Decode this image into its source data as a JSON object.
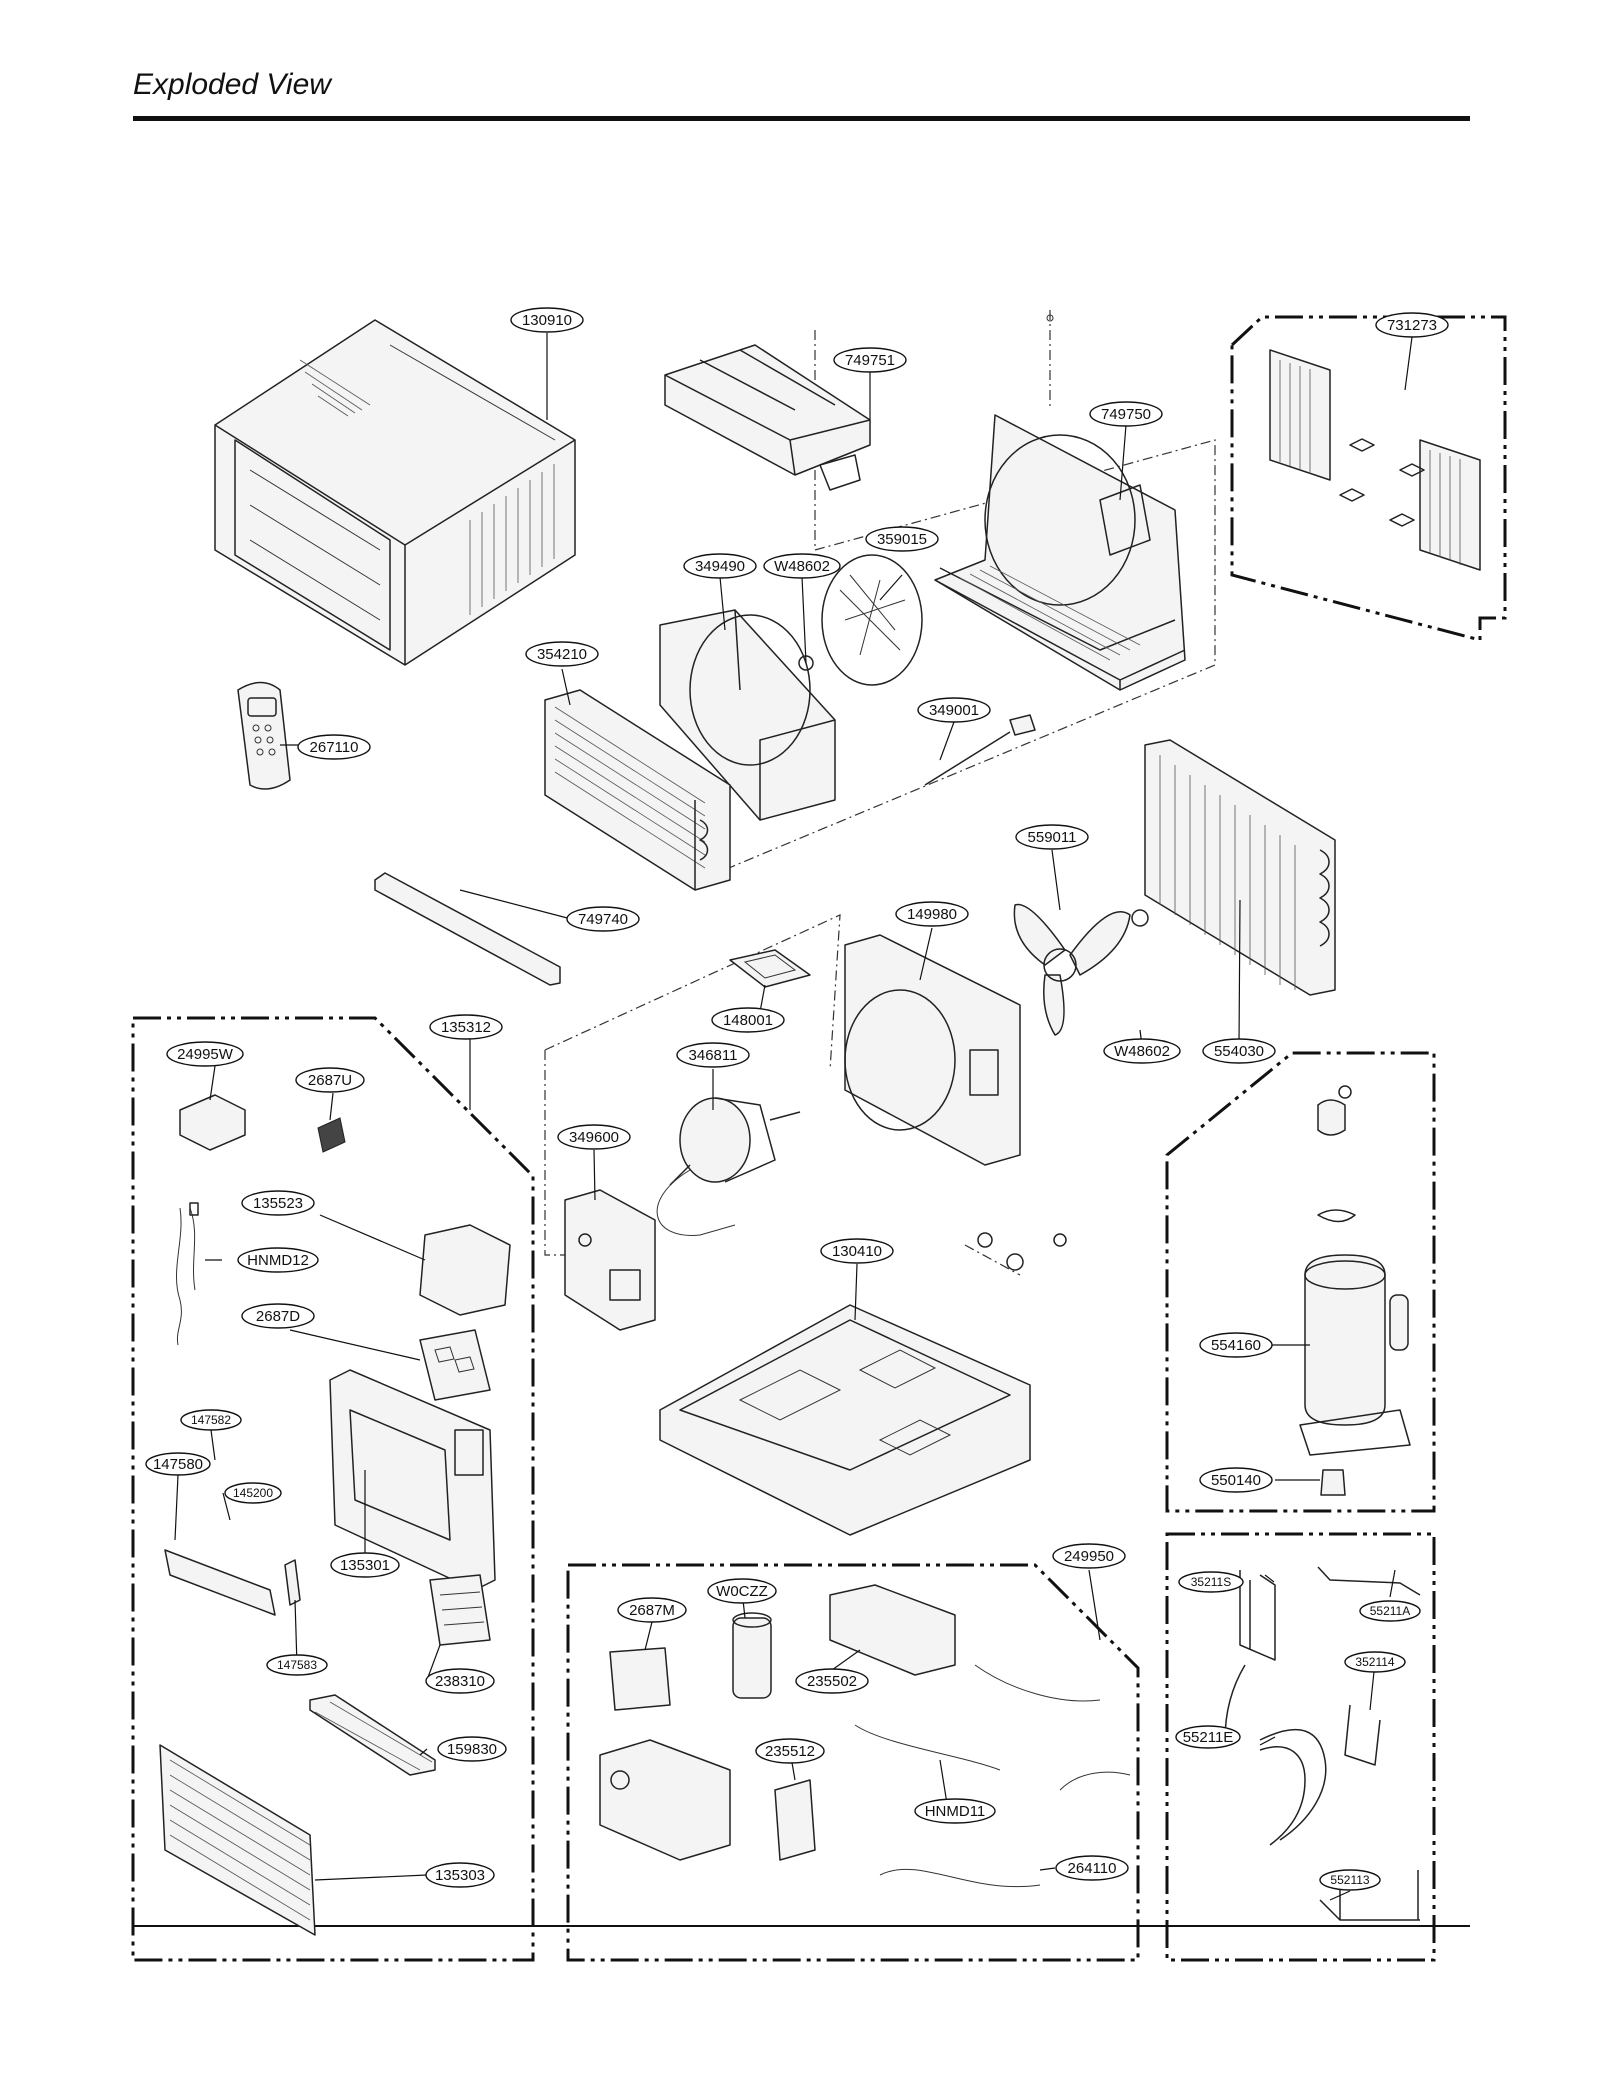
{
  "header": {
    "title": "Exploded View"
  },
  "parts": [
    "130910",
    "749751",
    "749750",
    "731273",
    "349490",
    "W48602",
    "359015",
    "354210",
    "267110",
    "349001",
    "749740",
    "559011",
    "149980",
    "148001",
    "135312",
    "24995W",
    "2687U",
    "346811",
    "349600",
    "W48602",
    "554030",
    "135523",
    "HNMD12",
    "2687D",
    "130410",
    "554160",
    "147582",
    "147580",
    "145200",
    "135301",
    "550140",
    "249950",
    "35211S",
    "55211A",
    "352114",
    "55211E",
    "552113",
    "2687M",
    "W0CZZ",
    "235502",
    "235512",
    "HNMD11",
    "264110",
    "147583",
    "238310",
    "159830",
    "135303"
  ]
}
